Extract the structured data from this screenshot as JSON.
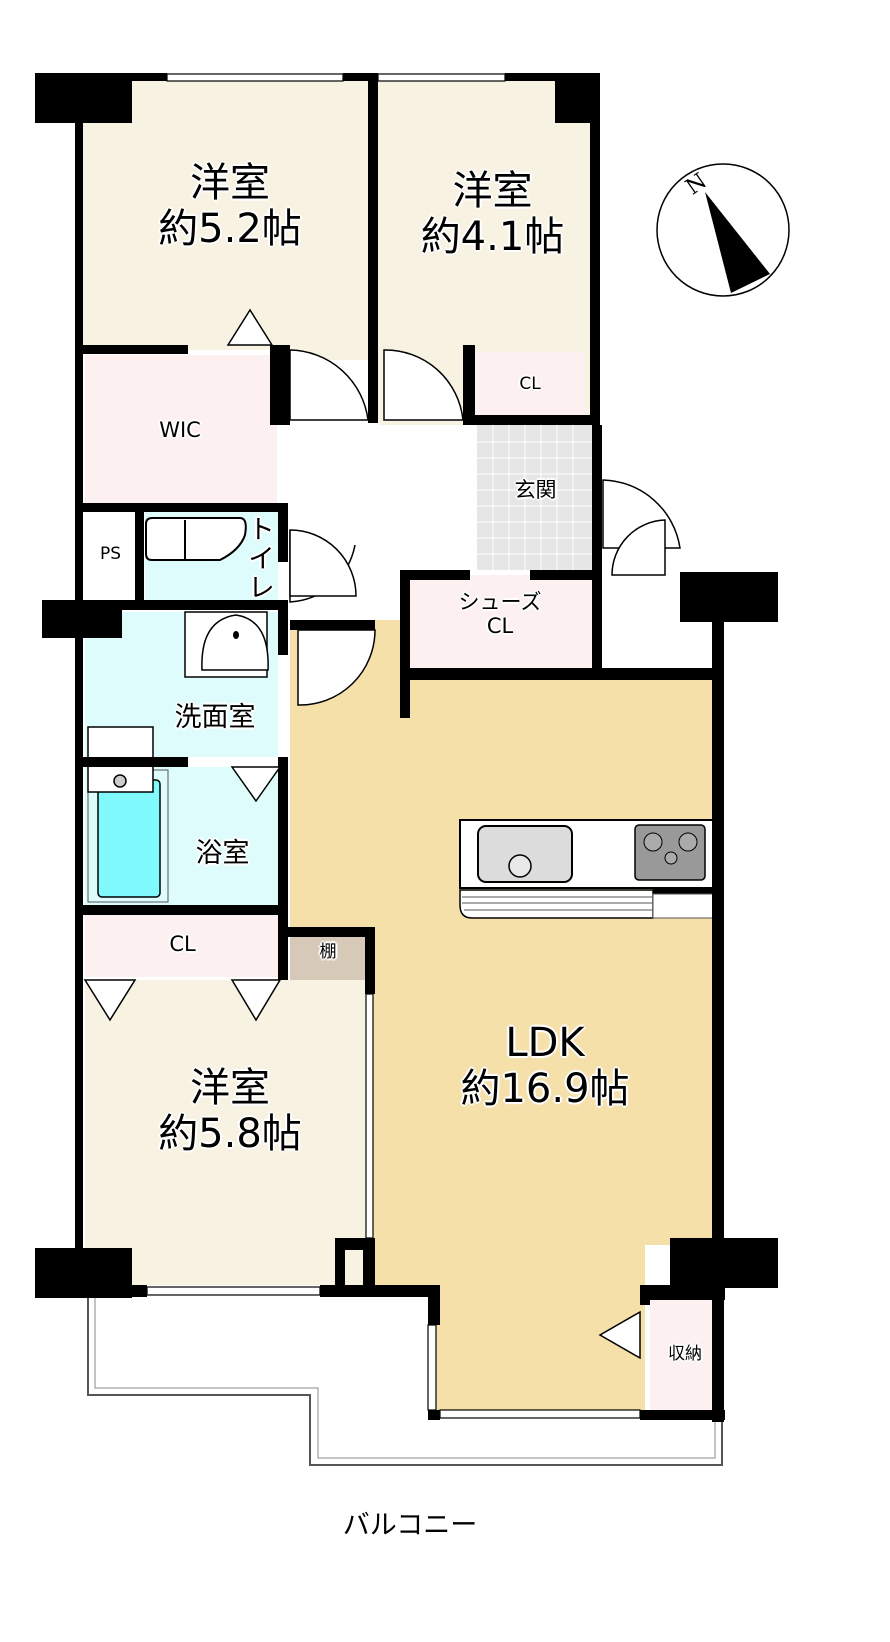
{
  "colors": {
    "wall": "#000000",
    "bedroom": "#f8f2e2",
    "ldk": "#f5e0aa",
    "closet": "#fdf0f0",
    "wet": "#defcfc",
    "bathtub": "#80fafc",
    "entrance": "#e6e6e6",
    "shelf": "#d7c9b8",
    "floor": "#ffffff"
  },
  "rooms": {
    "bedroom1": {
      "name": "洋室",
      "size": "約5.2帖"
    },
    "bedroom2": {
      "name": "洋室",
      "size": "約4.1帖"
    },
    "bedroom3": {
      "name": "洋室",
      "size": "約5.8帖"
    },
    "ldk": {
      "name": "LDK",
      "size": "約16.9帖"
    },
    "wic": {
      "name": "WIC"
    },
    "cl_bedroom2": {
      "name": "CL"
    },
    "entrance": {
      "name": "玄関"
    },
    "shoe_closet": {
      "name": "シューズ",
      "name2": "CL"
    },
    "ps": {
      "name": "PS"
    },
    "toilet": {
      "name": "トイレ"
    },
    "washroom": {
      "name": "洗面室"
    },
    "bathroom": {
      "name": "浴室"
    },
    "cl_bedroom3": {
      "name": "CL"
    },
    "shelf": {
      "name": "棚"
    },
    "storage": {
      "name": "収納"
    },
    "balcony": {
      "name": "バルコニー"
    }
  },
  "compass": {
    "label": "N",
    "rotation_deg": -17
  }
}
